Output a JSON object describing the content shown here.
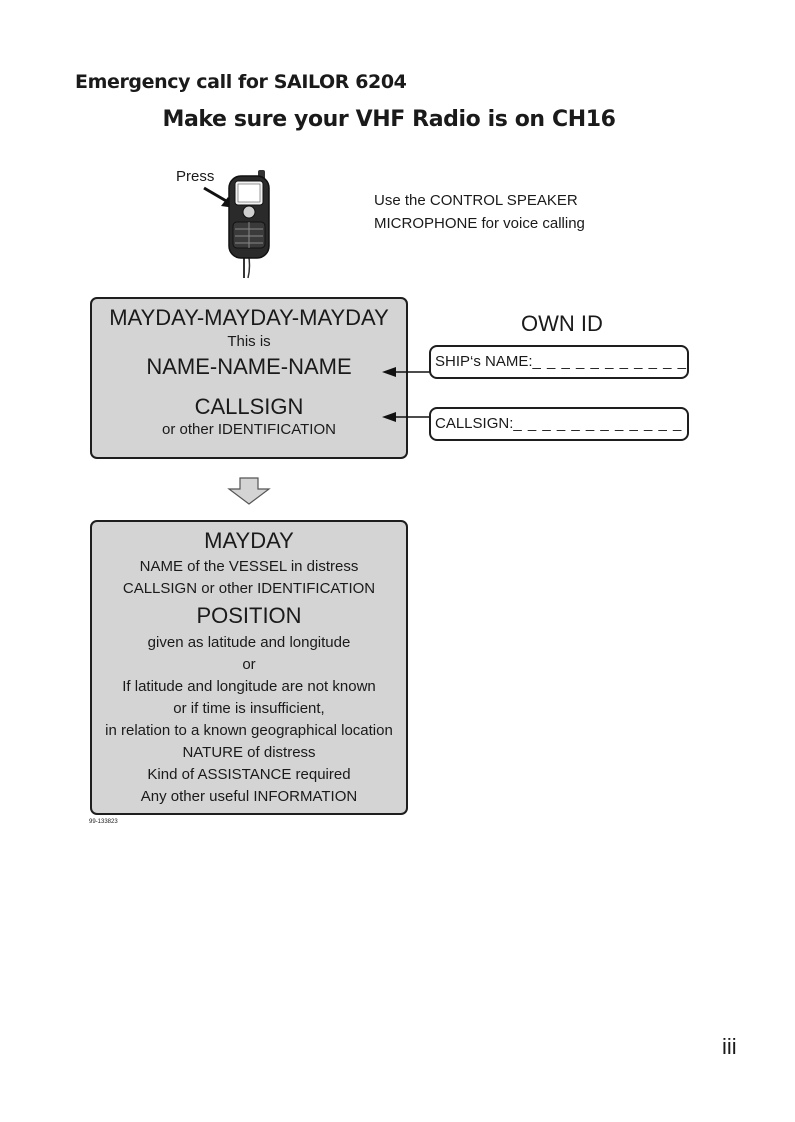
{
  "header": {
    "title": "Emergency call for SAILOR 6204",
    "subtitle": "Make sure your VHF Radio is on CH16"
  },
  "microphone": {
    "press_label": "Press",
    "instruction_lines": [
      "Use the CONTROL SPEAKER",
      "MICROPHONE for voice calling"
    ]
  },
  "call_box": {
    "line1": "MAYDAY-MAYDAY-MAYDAY",
    "line2": "This is",
    "line3": "NAME-NAME-NAME",
    "line4": "CALLSIGN",
    "line5": "or other IDENTIFICATION"
  },
  "own_id": {
    "title": "OWN ID",
    "ship_name_label": "SHIP‘s NAME:",
    "ship_name_blank": "_ _ _ _ _ _ _ _ _ _ _",
    "callsign_label": "CALLSIGN:",
    "callsign_blank": "_ _ _ _ _ _ _ _ _ _ _ _"
  },
  "message_box": {
    "l1": "MAYDAY",
    "l2": "NAME of the VESSEL in distress",
    "l3": "CALLSIGN or other IDENTIFICATION",
    "l4": "POSITION",
    "l5": "given as latitude and longitude",
    "l6": "or",
    "l7": "If latitude and longitude are not known",
    "l8": "or if time is insufficient,",
    "l9": "in relation to a known geographical location",
    "l10": "NATURE of distress",
    "l11": "Kind of ASSISTANCE required",
    "l12": "Any other useful INFORMATION"
  },
  "figure_code": "99-133823",
  "page_number": "iii"
}
